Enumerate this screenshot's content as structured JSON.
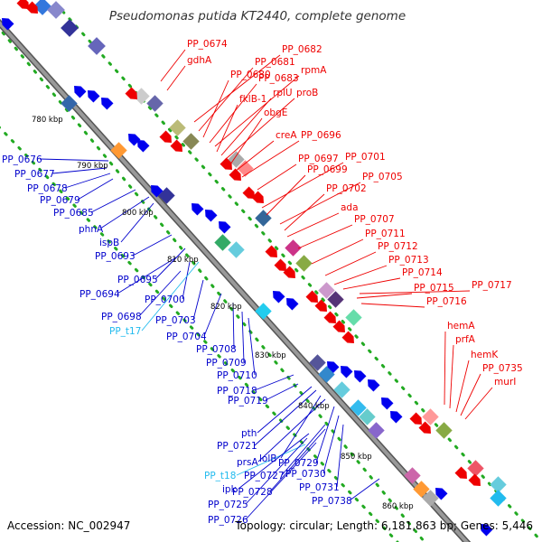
{
  "title": "Pseudomonas putida KT2440, complete genome",
  "footer": {
    "accession": "Accession: NC_002947",
    "topology": "Topology: circular; Length: 6,181,863 bp; Genes: 5,446"
  },
  "colors": {
    "forward_label": "#ee0000",
    "reverse_label": "#0000cc",
    "rna_label": "#22bbee",
    "backbone": "#999999",
    "tick_dot": "#22aa22"
  },
  "kbp_ticks": [
    {
      "label": "780 kbp"
    },
    {
      "label": "790 kbp"
    },
    {
      "label": "800 kbp"
    },
    {
      "label": "810 kbp"
    },
    {
      "label": "820 kbp"
    },
    {
      "label": "830 kbp"
    },
    {
      "label": "840 kbp"
    },
    {
      "label": "850 kbp"
    },
    {
      "label": "860 kbp"
    }
  ],
  "forward_labels": [
    {
      "text": "PP_0674"
    },
    {
      "text": "gdhA"
    },
    {
      "text": "PP_0682"
    },
    {
      "text": "PP_0681"
    },
    {
      "text": "PP_0680"
    },
    {
      "text": "PP_0683"
    },
    {
      "text": "rpmA"
    },
    {
      "text": "fklB-1"
    },
    {
      "text": "rplU"
    },
    {
      "text": "proB"
    },
    {
      "text": "obgE"
    },
    {
      "text": "creA"
    },
    {
      "text": "PP_0696"
    },
    {
      "text": "PP_0697"
    },
    {
      "text": "PP_0701"
    },
    {
      "text": "PP_0699"
    },
    {
      "text": "PP_0705"
    },
    {
      "text": "PP_0702"
    },
    {
      "text": "ada"
    },
    {
      "text": "PP_0707"
    },
    {
      "text": "PP_0711"
    },
    {
      "text": "PP_0712"
    },
    {
      "text": "PP_0713"
    },
    {
      "text": "PP_0714"
    },
    {
      "text": "PP_0717"
    },
    {
      "text": "PP_0715"
    },
    {
      "text": "PP_0716"
    },
    {
      "text": "hemA"
    },
    {
      "text": "prfA"
    },
    {
      "text": "hemK"
    },
    {
      "text": "PP_0735"
    },
    {
      "text": "murI"
    }
  ],
  "reverse_labels": [
    {
      "text": "PP_0676"
    },
    {
      "text": "PP_0677"
    },
    {
      "text": "PP_0678"
    },
    {
      "text": "PP_0679"
    },
    {
      "text": "PP_0685"
    },
    {
      "text": "phnA"
    },
    {
      "text": "ispB"
    },
    {
      "text": "PP_0693"
    },
    {
      "text": "PP_0695"
    },
    {
      "text": "PP_0694"
    },
    {
      "text": "PP_0700"
    },
    {
      "text": "PP_0698"
    },
    {
      "text": "PP_0703"
    },
    {
      "text": "PP_t17"
    },
    {
      "text": "PP_0704"
    },
    {
      "text": "PP_0708"
    },
    {
      "text": "PP_0709"
    },
    {
      "text": "PP_0710"
    },
    {
      "text": "PP_0718"
    },
    {
      "text": "PP_0719"
    },
    {
      "text": "pth"
    },
    {
      "text": "PP_0721"
    },
    {
      "text": "lolB"
    },
    {
      "text": "prsA"
    },
    {
      "text": "PP_0729"
    },
    {
      "text": "PP_t18"
    },
    {
      "text": "PP_0727"
    },
    {
      "text": "PP_0730"
    },
    {
      "text": "ipk"
    },
    {
      "text": "PP_0728"
    },
    {
      "text": "PP_0731"
    },
    {
      "text": "PP_0725"
    },
    {
      "text": "PP_0738"
    },
    {
      "text": "PP_0726"
    }
  ]
}
